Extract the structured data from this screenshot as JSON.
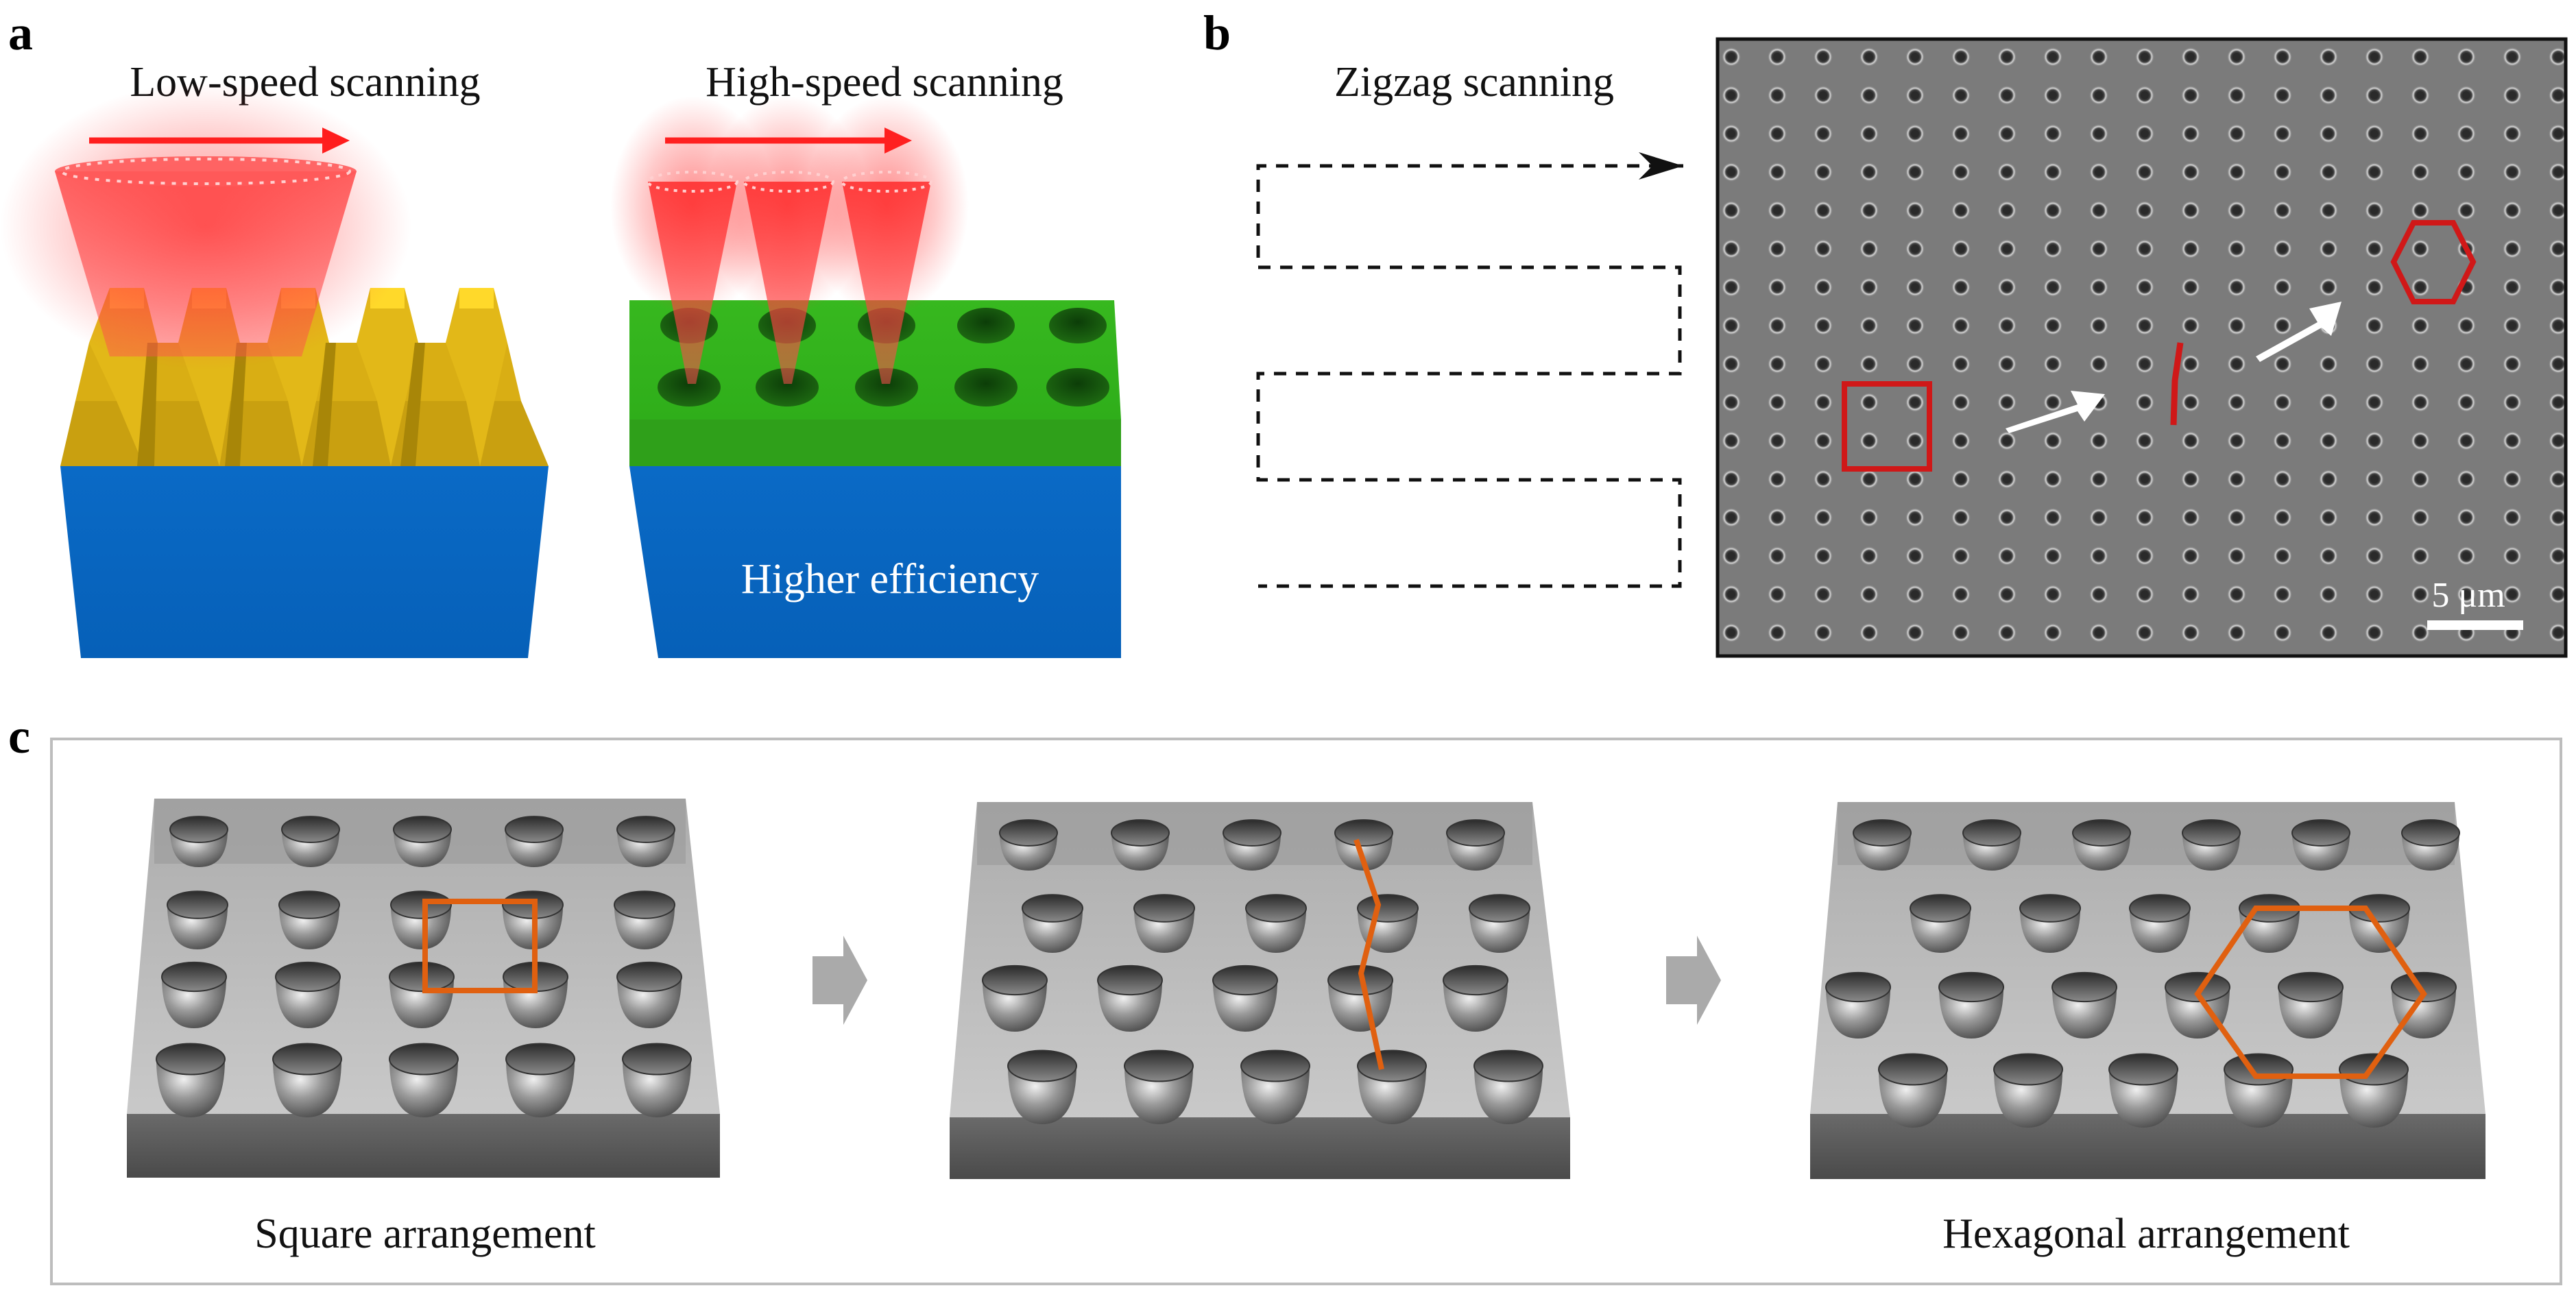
{
  "panels": {
    "a": {
      "letter": "a",
      "left_title": "Low-speed scanning",
      "right_title": "High-speed scanning",
      "right_label": "Higher efficiency"
    },
    "b": {
      "letter": "b",
      "title": "Zigzag scanning",
      "scale_bar": "5 μm"
    },
    "c": {
      "letter": "c",
      "left_caption": "Square arrangement",
      "right_caption": "Hexagonal arrangement"
    }
  },
  "colors": {
    "laser_red": "#ff1a1a",
    "gold_film": "#d9ae14",
    "substrate_blue": "#0a6cc4",
    "green_film": "#3cbe22",
    "sem_gray": "#7b7b7b",
    "highlight_red": "#d01818",
    "highlight_orange": "#e06010",
    "arrow_gray": "#aaaaaa"
  }
}
